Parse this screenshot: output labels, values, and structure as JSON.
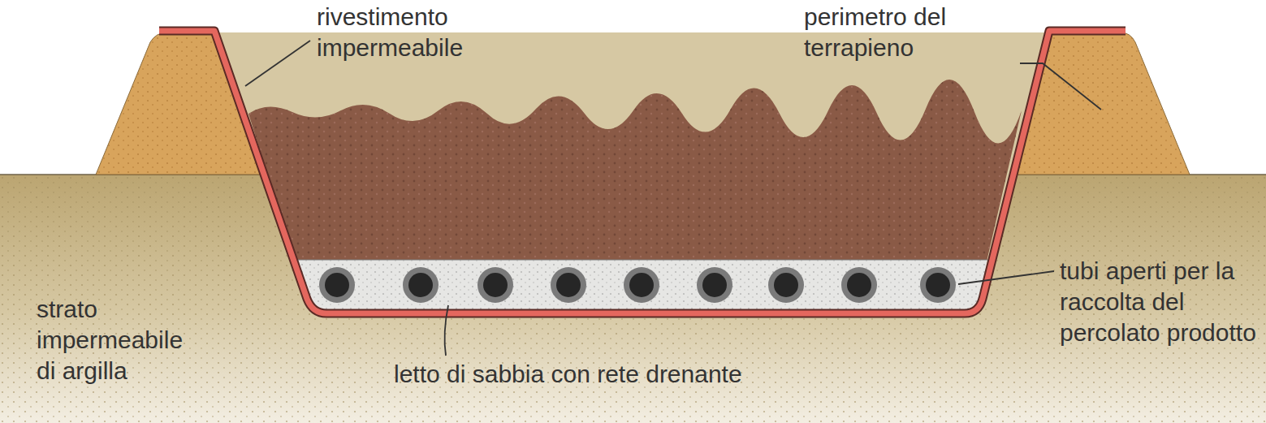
{
  "diagram": {
    "labels": [
      "rivestimento impermeabile",
      "perimetro del terrapieno",
      "strato impermeabile di argilla",
      "letto di sabbia con rete drenante",
      "tubi aperti per la raccolta del percolato prodotto"
    ]
  }
}
